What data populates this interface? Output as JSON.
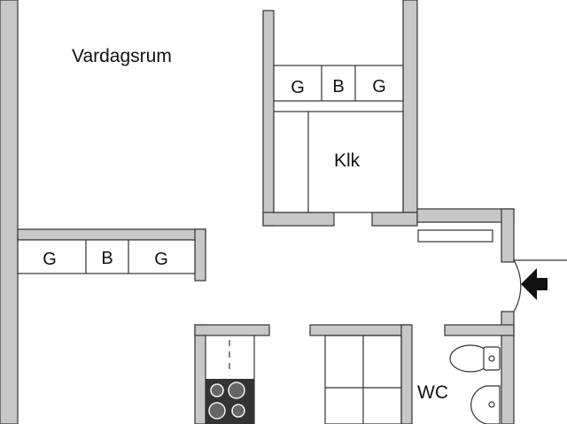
{
  "rooms": {
    "living_room": "Vardagsrum",
    "closet": "Klk",
    "toilet": "WC"
  },
  "closet_units": {
    "upper": [
      "G",
      "B",
      "G"
    ],
    "left": [
      "G",
      "B",
      "G"
    ]
  },
  "icons": {
    "entrance": "entrance-arrow-icon",
    "stove": "stove-icon",
    "toilet": "toilet-icon",
    "sink": "sink-icon"
  },
  "colors": {
    "wall_fill": "#c8c8c8",
    "line": "#333333",
    "background": "#ffffff"
  }
}
